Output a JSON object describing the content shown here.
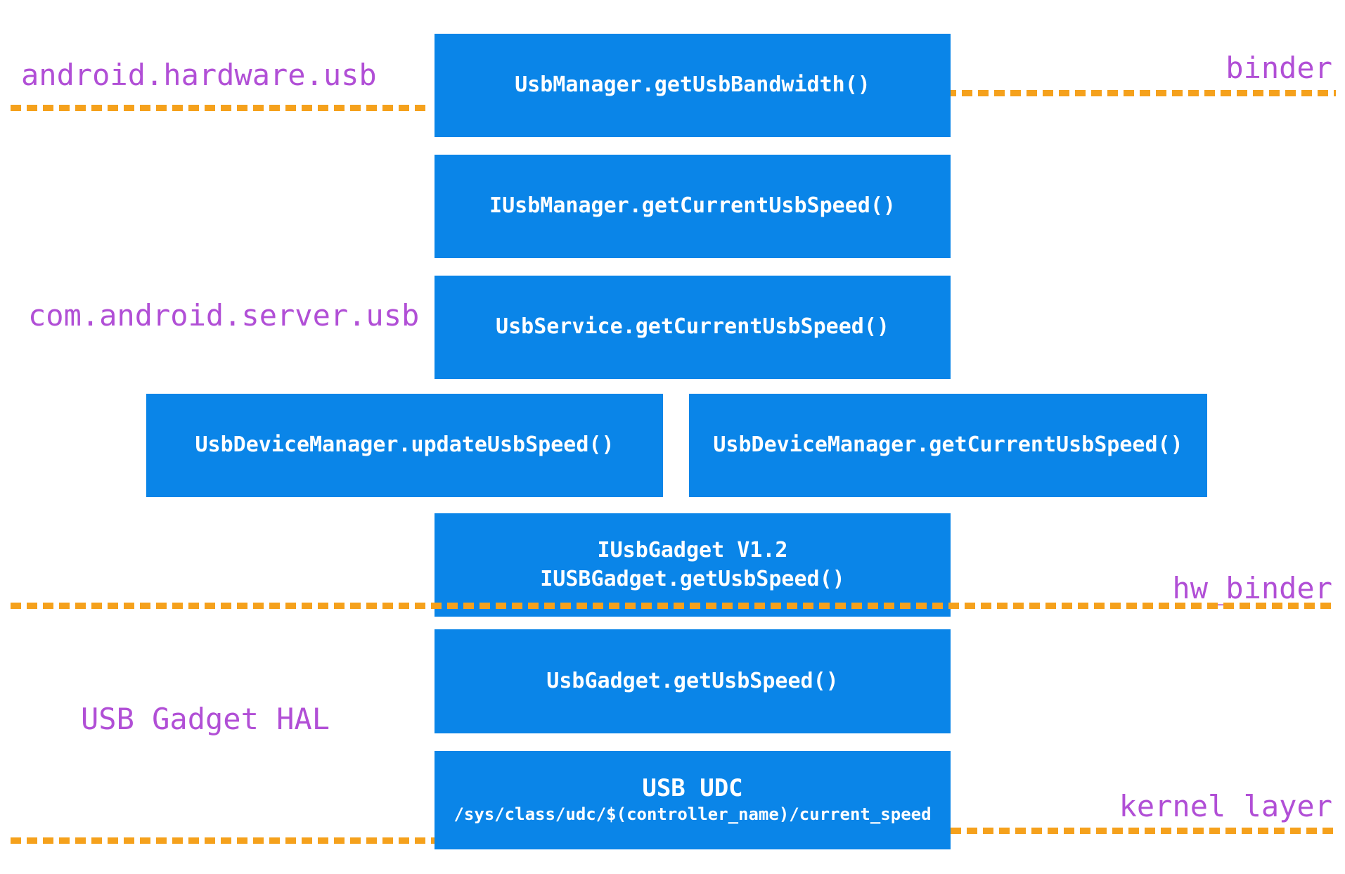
{
  "labels": {
    "android_hardware_usb": "android.hardware.usb",
    "binder": "binder",
    "com_android_server_usb": "com.android.server.usb",
    "hw_binder": "hw_binder",
    "usb_gadget_hal": "USB Gadget HAL",
    "kernel_layer": "kernel layer"
  },
  "boxes": [
    {
      "label": "UsbManager.getUsbBandwidth()"
    },
    {
      "label": "IUsbManager.getCurrentUsbSpeed()"
    },
    {
      "label": "UsbService.getCurrentUsbSpeed()"
    },
    {
      "label": "UsbDeviceManager.updateUsbSpeed()"
    },
    {
      "label": "UsbDeviceManager.getCurrentUsbSpeed()"
    },
    {
      "line1": "IUsbGadget V1.2",
      "line2": "IUSBGadget.getUsbSpeed()"
    },
    {
      "label": "UsbGadget.getUsbSpeed()"
    },
    {
      "line1": "USB UDC",
      "line2": "/sys/class/udc/$(controller_name)/current_speed"
    }
  ],
  "colors": {
    "box_blue": "#0a85e8",
    "line_orange": "#f5a11c",
    "label_purple": "#b14fd6",
    "box_text": "#ffffff"
  }
}
